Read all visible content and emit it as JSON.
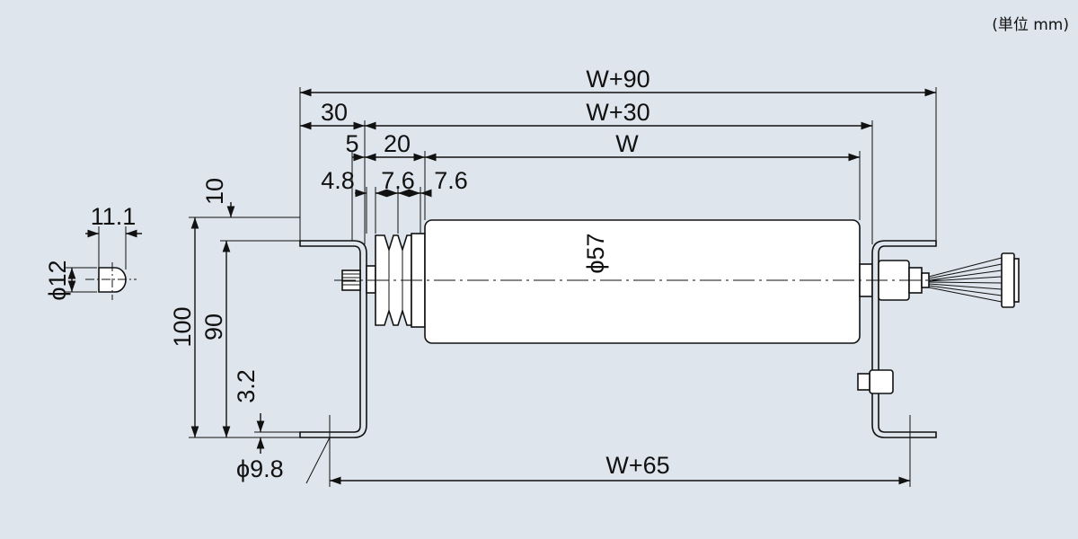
{
  "unit_note": "(単位 mm)",
  "colors": {
    "background": "#dfe5ec",
    "line": "#111111",
    "roller_fill": "#ffffff"
  },
  "dimensions": {
    "overall_length": "W+90",
    "bracket_offset": "30",
    "inner_length": "W+30",
    "gap_5": "5",
    "pulley_width": "20",
    "tube_length": "W",
    "groove_4_8": "4.8",
    "groove_7_6_a": "7.6",
    "groove_7_6_b": "7.6",
    "flange_top": "10",
    "shaft_flat": "11.1",
    "shaft_dia": "ϕ12",
    "roller_dia": "ϕ57",
    "height_total": "100",
    "height_90": "90",
    "thickness": "3.2",
    "hole_dia": "ϕ9.8",
    "mount_pitch": "W+65"
  }
}
